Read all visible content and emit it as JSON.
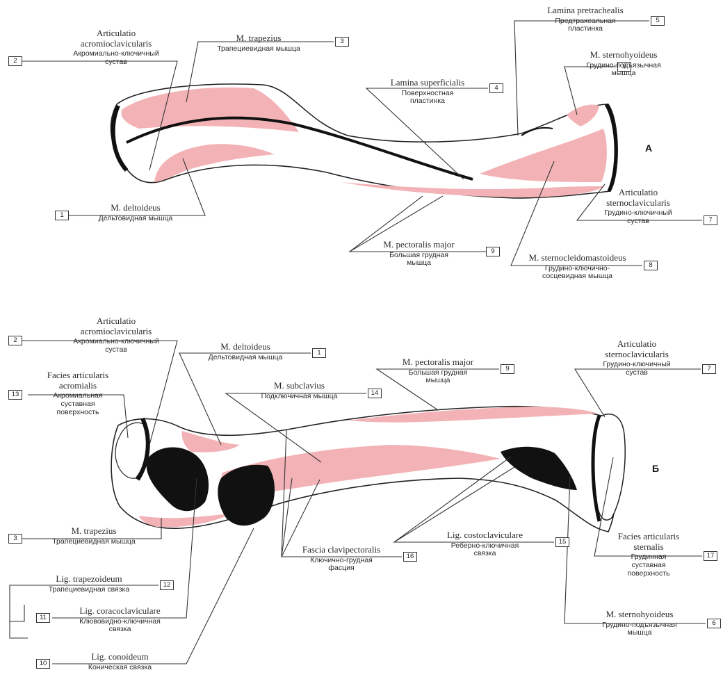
{
  "colors": {
    "muscle": "#f3b3b6",
    "ligament": "#111111",
    "outline": "#222222",
    "leader": "#333333"
  },
  "views": {
    "a": "А",
    "b": "Б"
  },
  "labels": {
    "a_acromioclav": {
      "num": "2",
      "latin": "Articulatio\nacromioclavicularis",
      "russian": "Акромиально-ключичный\nсустав"
    },
    "a_trapezius": {
      "num": "3",
      "latin": "M. trapezius",
      "russian": "Трапециевидная мышца"
    },
    "a_pretracheal": {
      "num": "5",
      "latin": "Lamina pretrachealis",
      "russian": "Предтрахеальная\nпластинка"
    },
    "a_sternohyoid": {
      "num": "6",
      "latin": "M. sternohyoideus",
      "russian": "Грудино-подъязычная\nмышца"
    },
    "a_superficial": {
      "num": "4",
      "latin": "Lamina superficialis",
      "russian": "Поверхностная\nпластинка"
    },
    "a_deltoid": {
      "num": "1",
      "latin": "M. deltoideus",
      "russian": "Дельтовидная мышца"
    },
    "a_sternoclav": {
      "num": "7",
      "latin": "Articulatio\nsternoclavicularis",
      "russian": "Грудино-ключичный\nсустав"
    },
    "a_pectoralis": {
      "num": "9",
      "latin": "M. pectoralis major",
      "russian": "Большая грудная\nмышца"
    },
    "a_scm": {
      "num": "8",
      "latin": "M. sternocleidomastoideus",
      "russian": "Грудино-ключично-\nсосцевидная мышца"
    },
    "b_acromioclav": {
      "num": "2",
      "latin": "Articulatio\nacromioclavicularis",
      "russian": "Акромиально-ключичный\nсустав"
    },
    "b_deltoid": {
      "num": "1",
      "latin": "M. deltoideus",
      "russian": "Дельтовидная мышца"
    },
    "b_pectoralis": {
      "num": "9",
      "latin": "M. pectoralis major",
      "russian": "Большая грудная\nмышца"
    },
    "b_sternoclav": {
      "num": "7",
      "latin": "Articulatio\nsternoclavicularis",
      "russian": "Грудино-ключичный\nсустав"
    },
    "b_facies_acrom": {
      "num": "13",
      "latin": "Facies articularis\nacromialis",
      "russian": "Акромиальная\nсуставная\nповерхность"
    },
    "b_subclavius": {
      "num": "14",
      "latin": "M. subclavius",
      "russian": "Подключичная мышца"
    },
    "b_costoclav": {
      "num": "15",
      "latin": "Lig. costoclaviculare",
      "russian": "Реберно-ключичная\nсвязка"
    },
    "b_trapezius": {
      "num": "3",
      "latin": "M. trapezius",
      "russian": "Трапециевидная мышца"
    },
    "b_facies_stern": {
      "num": "17",
      "latin": "Facies articularis\nsternalis",
      "russian": "Грудинная\nсуставная\nповерхность"
    },
    "b_fascia": {
      "num": "16",
      "latin": "Fascia clavipectoralis",
      "russian": "Ключично-грудная\nфасция"
    },
    "b_trapezoid": {
      "num": "12",
      "latin": "Lig. trapezoideum",
      "russian": "Трапециевидная связка"
    },
    "b_coracoclav": {
      "num": "11",
      "latin": "Lig. coracoclaviculare",
      "russian": "Клювовидно-ключичная\nсвязка"
    },
    "b_conoid": {
      "num": "10",
      "latin": "Lig. conoideum",
      "russian": "Коническая связка"
    },
    "b_sternohyoid": {
      "num": "6",
      "latin": "M. sternohyoideus",
      "russian": "Грудино-подъязычная\nмышца"
    }
  }
}
